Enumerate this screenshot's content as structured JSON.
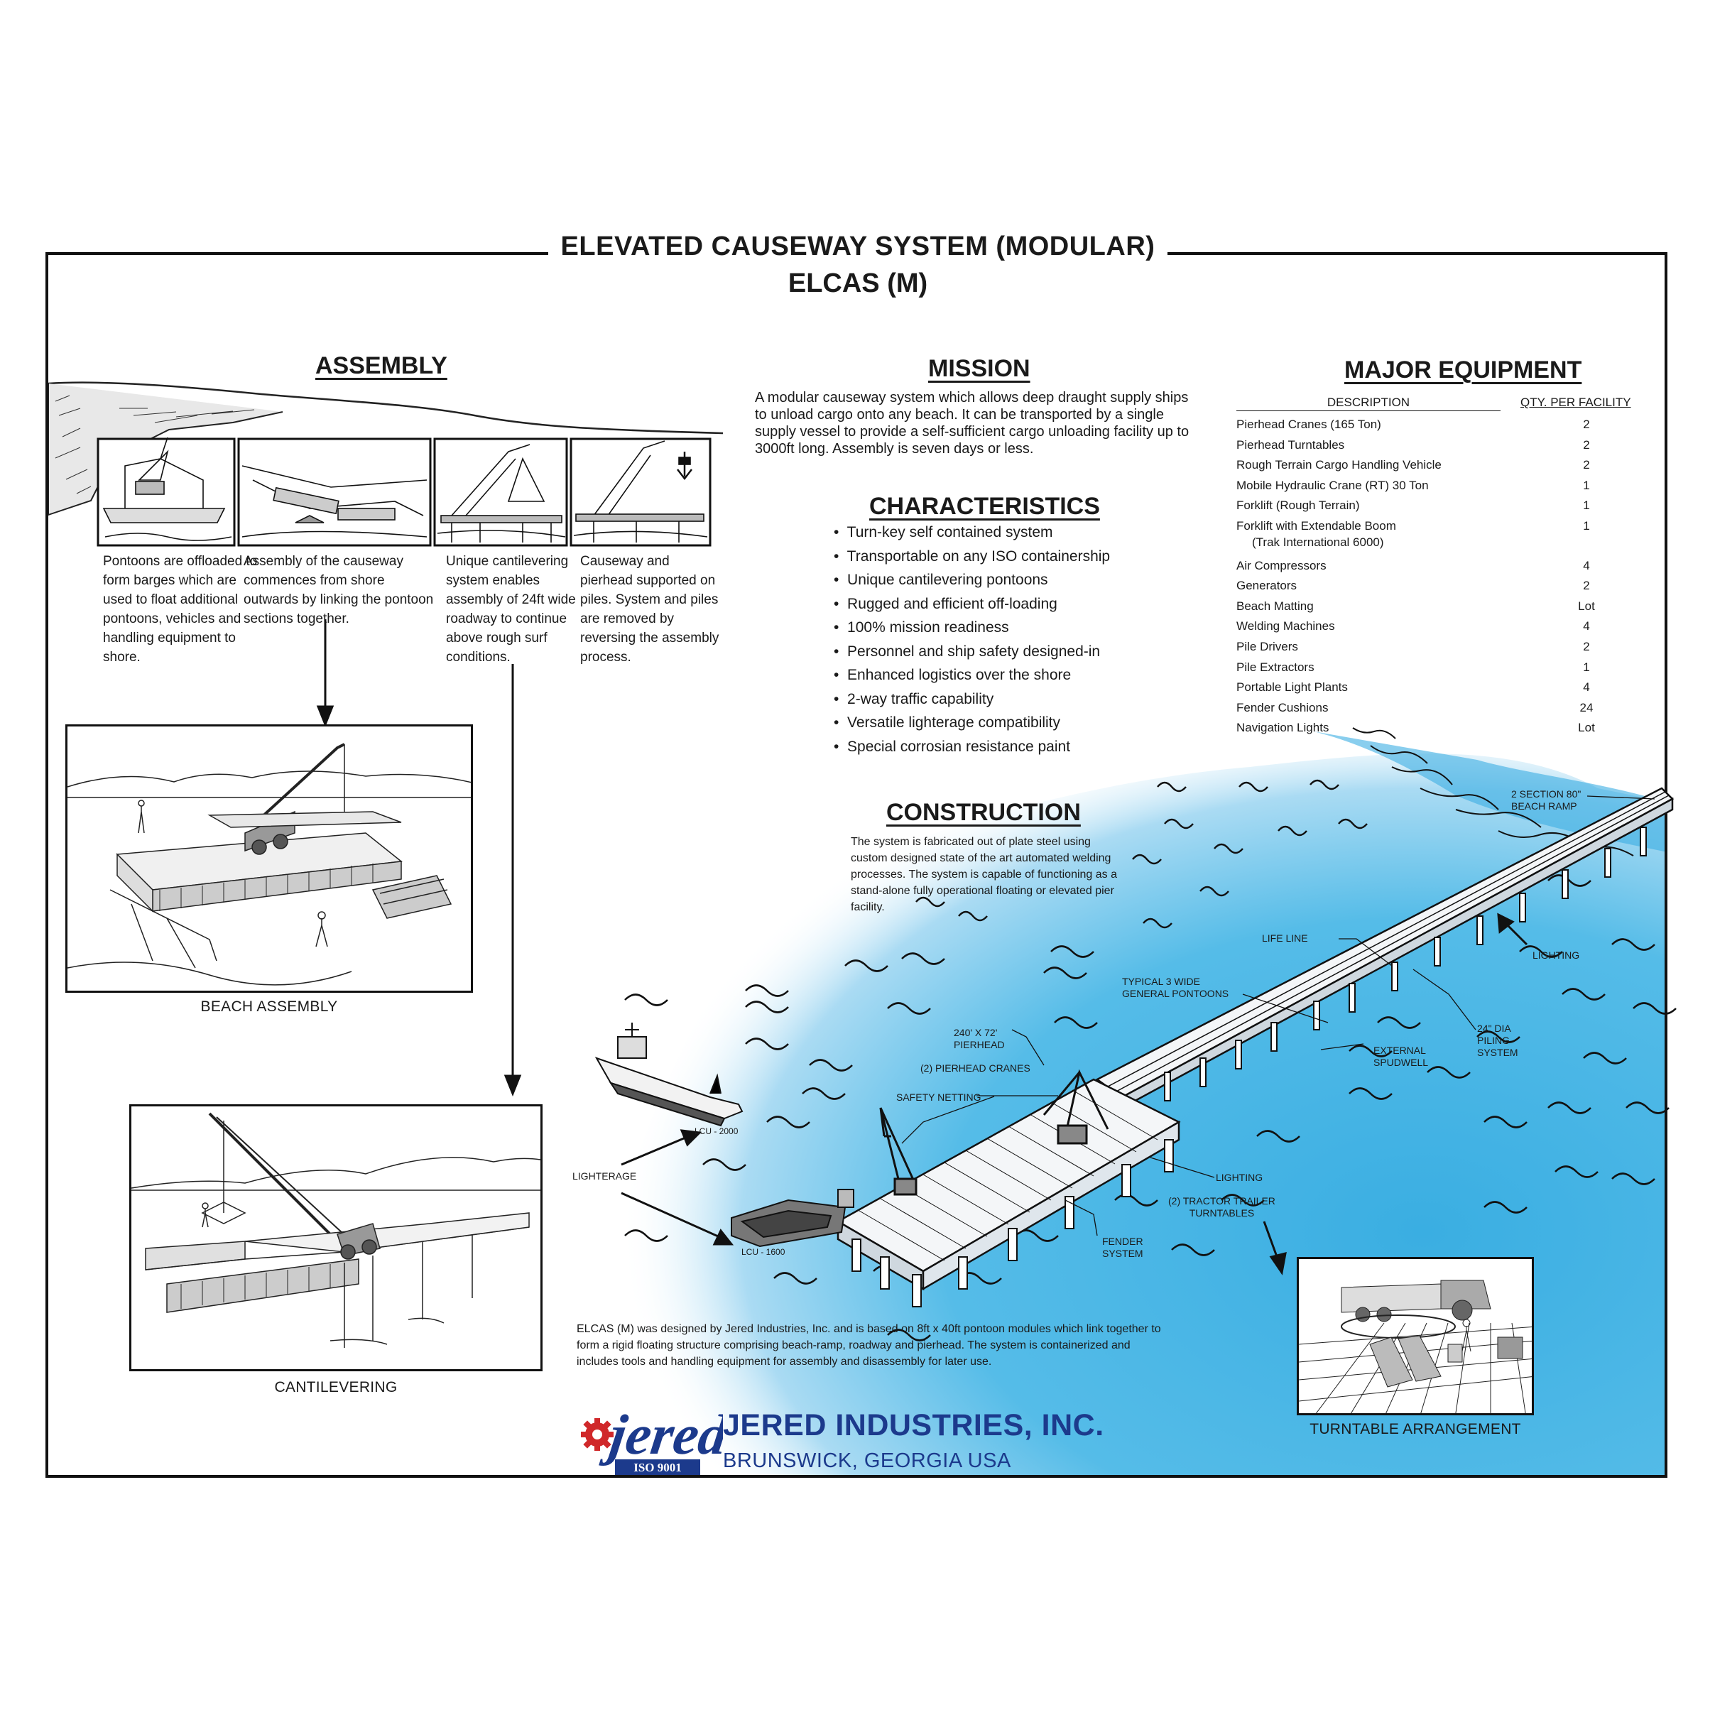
{
  "header": {
    "title": "ELEVATED CAUSEWAY SYSTEM (MODULAR)",
    "subtitle": "ELCAS (M)"
  },
  "assembly": {
    "heading": "ASSEMBLY",
    "steps": [
      "Pontoons are offloaded to form barges which are used to float additional pontoons, vehicles and handling equipment to shore.",
      "Assembly of the causeway commences from shore outwards by linking the pontoon sections together.",
      "Unique cantilevering system enables assembly of 24ft wide roadway to continue above rough surf conditions.",
      "Causeway and pierhead supported on piles. System and piles are removed by reversing the assembly process."
    ],
    "beach_caption": "BEACH ASSEMBLY",
    "cantilever_caption": "CANTILEVERING"
  },
  "mission": {
    "heading": "MISSION",
    "text": "A modular causeway system which allows deep draught supply ships to unload cargo onto any beach. It can be transported by a single supply vessel to provide a self-sufficient cargo unloading facility up to 3000ft long. Assembly is seven days or less."
  },
  "characteristics": {
    "heading": "CHARACTERISTICS",
    "items": [
      "Turn-key self contained system",
      "Transportable on any ISO containership",
      "Unique cantilevering pontoons",
      "Rugged and efficient off-loading",
      "100% mission readiness",
      "Personnel and ship safety designed-in",
      "Enhanced logistics over the shore",
      "2-way traffic capability",
      "Versatile lighterage compatibility",
      "Special corrosian resistance paint"
    ]
  },
  "construction": {
    "heading": "CONSTRUCTION",
    "text": "The system is fabricated out of plate steel using custom designed state of the art automated welding processes. The system is capable of functioning as a stand-alone fully operational floating or elevated pier facility."
  },
  "equipment": {
    "heading": "MAJOR EQUIPMENT",
    "col_desc": "DESCRIPTION",
    "col_qty": "QTY. PER FACILITY",
    "rows": [
      {
        "desc": "Pierhead Cranes (165 Ton)",
        "qty": "2"
      },
      {
        "desc": "Pierhead Turntables",
        "qty": "2"
      },
      {
        "desc": "Rough Terrain Cargo Handling Vehicle",
        "qty": "2"
      },
      {
        "desc": "Mobile Hydraulic Crane (RT) 30 Ton",
        "qty": "1"
      },
      {
        "desc": "Forklift (Rough Terrain)",
        "qty": "1"
      },
      {
        "desc": "Forklift with Extendable Boom",
        "desc2": "(Trak International 6000)",
        "qty": "1"
      },
      {
        "desc": "Air Compressors",
        "qty": "4"
      },
      {
        "desc": "Generators",
        "qty": "2"
      },
      {
        "desc": "Beach Matting",
        "qty": "Lot"
      },
      {
        "desc": "Welding Machines",
        "qty": "4"
      },
      {
        "desc": "Pile Drivers",
        "qty": "2"
      },
      {
        "desc": "Pile Extractors",
        "qty": "1"
      },
      {
        "desc": "Portable Light Plants",
        "qty": "4"
      },
      {
        "desc": "Fender Cushions",
        "qty": "24"
      },
      {
        "desc": "Navigation Lights",
        "qty": "Lot"
      }
    ]
  },
  "diagram_labels": {
    "beach_ramp": "2 SECTION 80\"\nBEACH RAMP",
    "life_line": "LIFE LINE",
    "lighting_top": "LIGHTING",
    "typical_pontoons": "TYPICAL 3 WIDE\nGENERAL PONTOONS",
    "pierhead": "240' X 72'\nPIERHEAD",
    "pierhead_cranes": "(2) PIERHEAD CRANES",
    "safety_netting": "SAFETY NETTING",
    "external_spudwell": "EXTERNAL\nSPUDWELL",
    "piling": "24\" DIA\nPILING\nSYSTEM",
    "lighting_bottom": "LIGHTING",
    "turntables": "(2) TRACTOR TRAILER\nTURNTABLES",
    "fender": "FENDER\nSYSTEM",
    "lighterage": "LIGHTERAGE",
    "lcu2000": "LCU - 2000",
    "lcu1600": "LCU - 1600"
  },
  "about": {
    "text": "ELCAS (M) was designed by Jered Industries, Inc. and is based on 8ft x 40ft pontoon modules which link together to form a rigid floating structure comprising beach-ramp, roadway and pierhead. The system is containerized and includes tools and handling equipment for assembly and disassembly for later use."
  },
  "turntable_caption": "TURNTABLE ARRANGEMENT",
  "company": {
    "logo_text": "jered",
    "iso": "ISO 9001",
    "name": "JERED INDUSTRIES, INC.",
    "location": "BRUNSWICK, GEORGIA USA",
    "brand_blue": "#1c3a8c",
    "brand_red": "#d0282a"
  },
  "colors": {
    "water": "#4fb8e6",
    "ink": "#111111"
  }
}
